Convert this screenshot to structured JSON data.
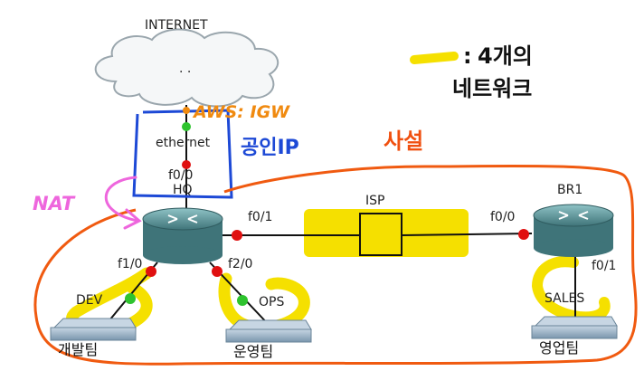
{
  "cloud": {
    "label": "INTERNET",
    "dots": ". ."
  },
  "annotations": {
    "aws_igw": "AWS: IGW",
    "public_ip": "공인IP",
    "nat": "NAT",
    "private": "사설",
    "legend_colon": ":",
    "legend_line1": "4개의",
    "legend_line2": "네트워크"
  },
  "hq": {
    "name": "HQ",
    "ethernet": "ethernet",
    "f0_0": "f0/0",
    "f0_1": "f0/1",
    "f1_0": "f1/0",
    "f2_0": "f2/0"
  },
  "isp": {
    "label": "ISP"
  },
  "br1": {
    "name": "BR1",
    "f0_0": "f0/0",
    "f0_1": "f0/1"
  },
  "segments": {
    "dev": "DEV",
    "ops": "OPS",
    "sales": "SALES"
  },
  "switches": {
    "dev": "개발팀",
    "ops": "운영팀",
    "sales": "영업팀"
  },
  "colors": {
    "highlight": "#f5e000",
    "private_outline": "#f05a10",
    "public_box": "#1d49d6",
    "nat_arrow": "#ee66dd",
    "router_body": "#4f8a8f",
    "port_red": "#e01010",
    "port_green": "#2ec32e"
  }
}
